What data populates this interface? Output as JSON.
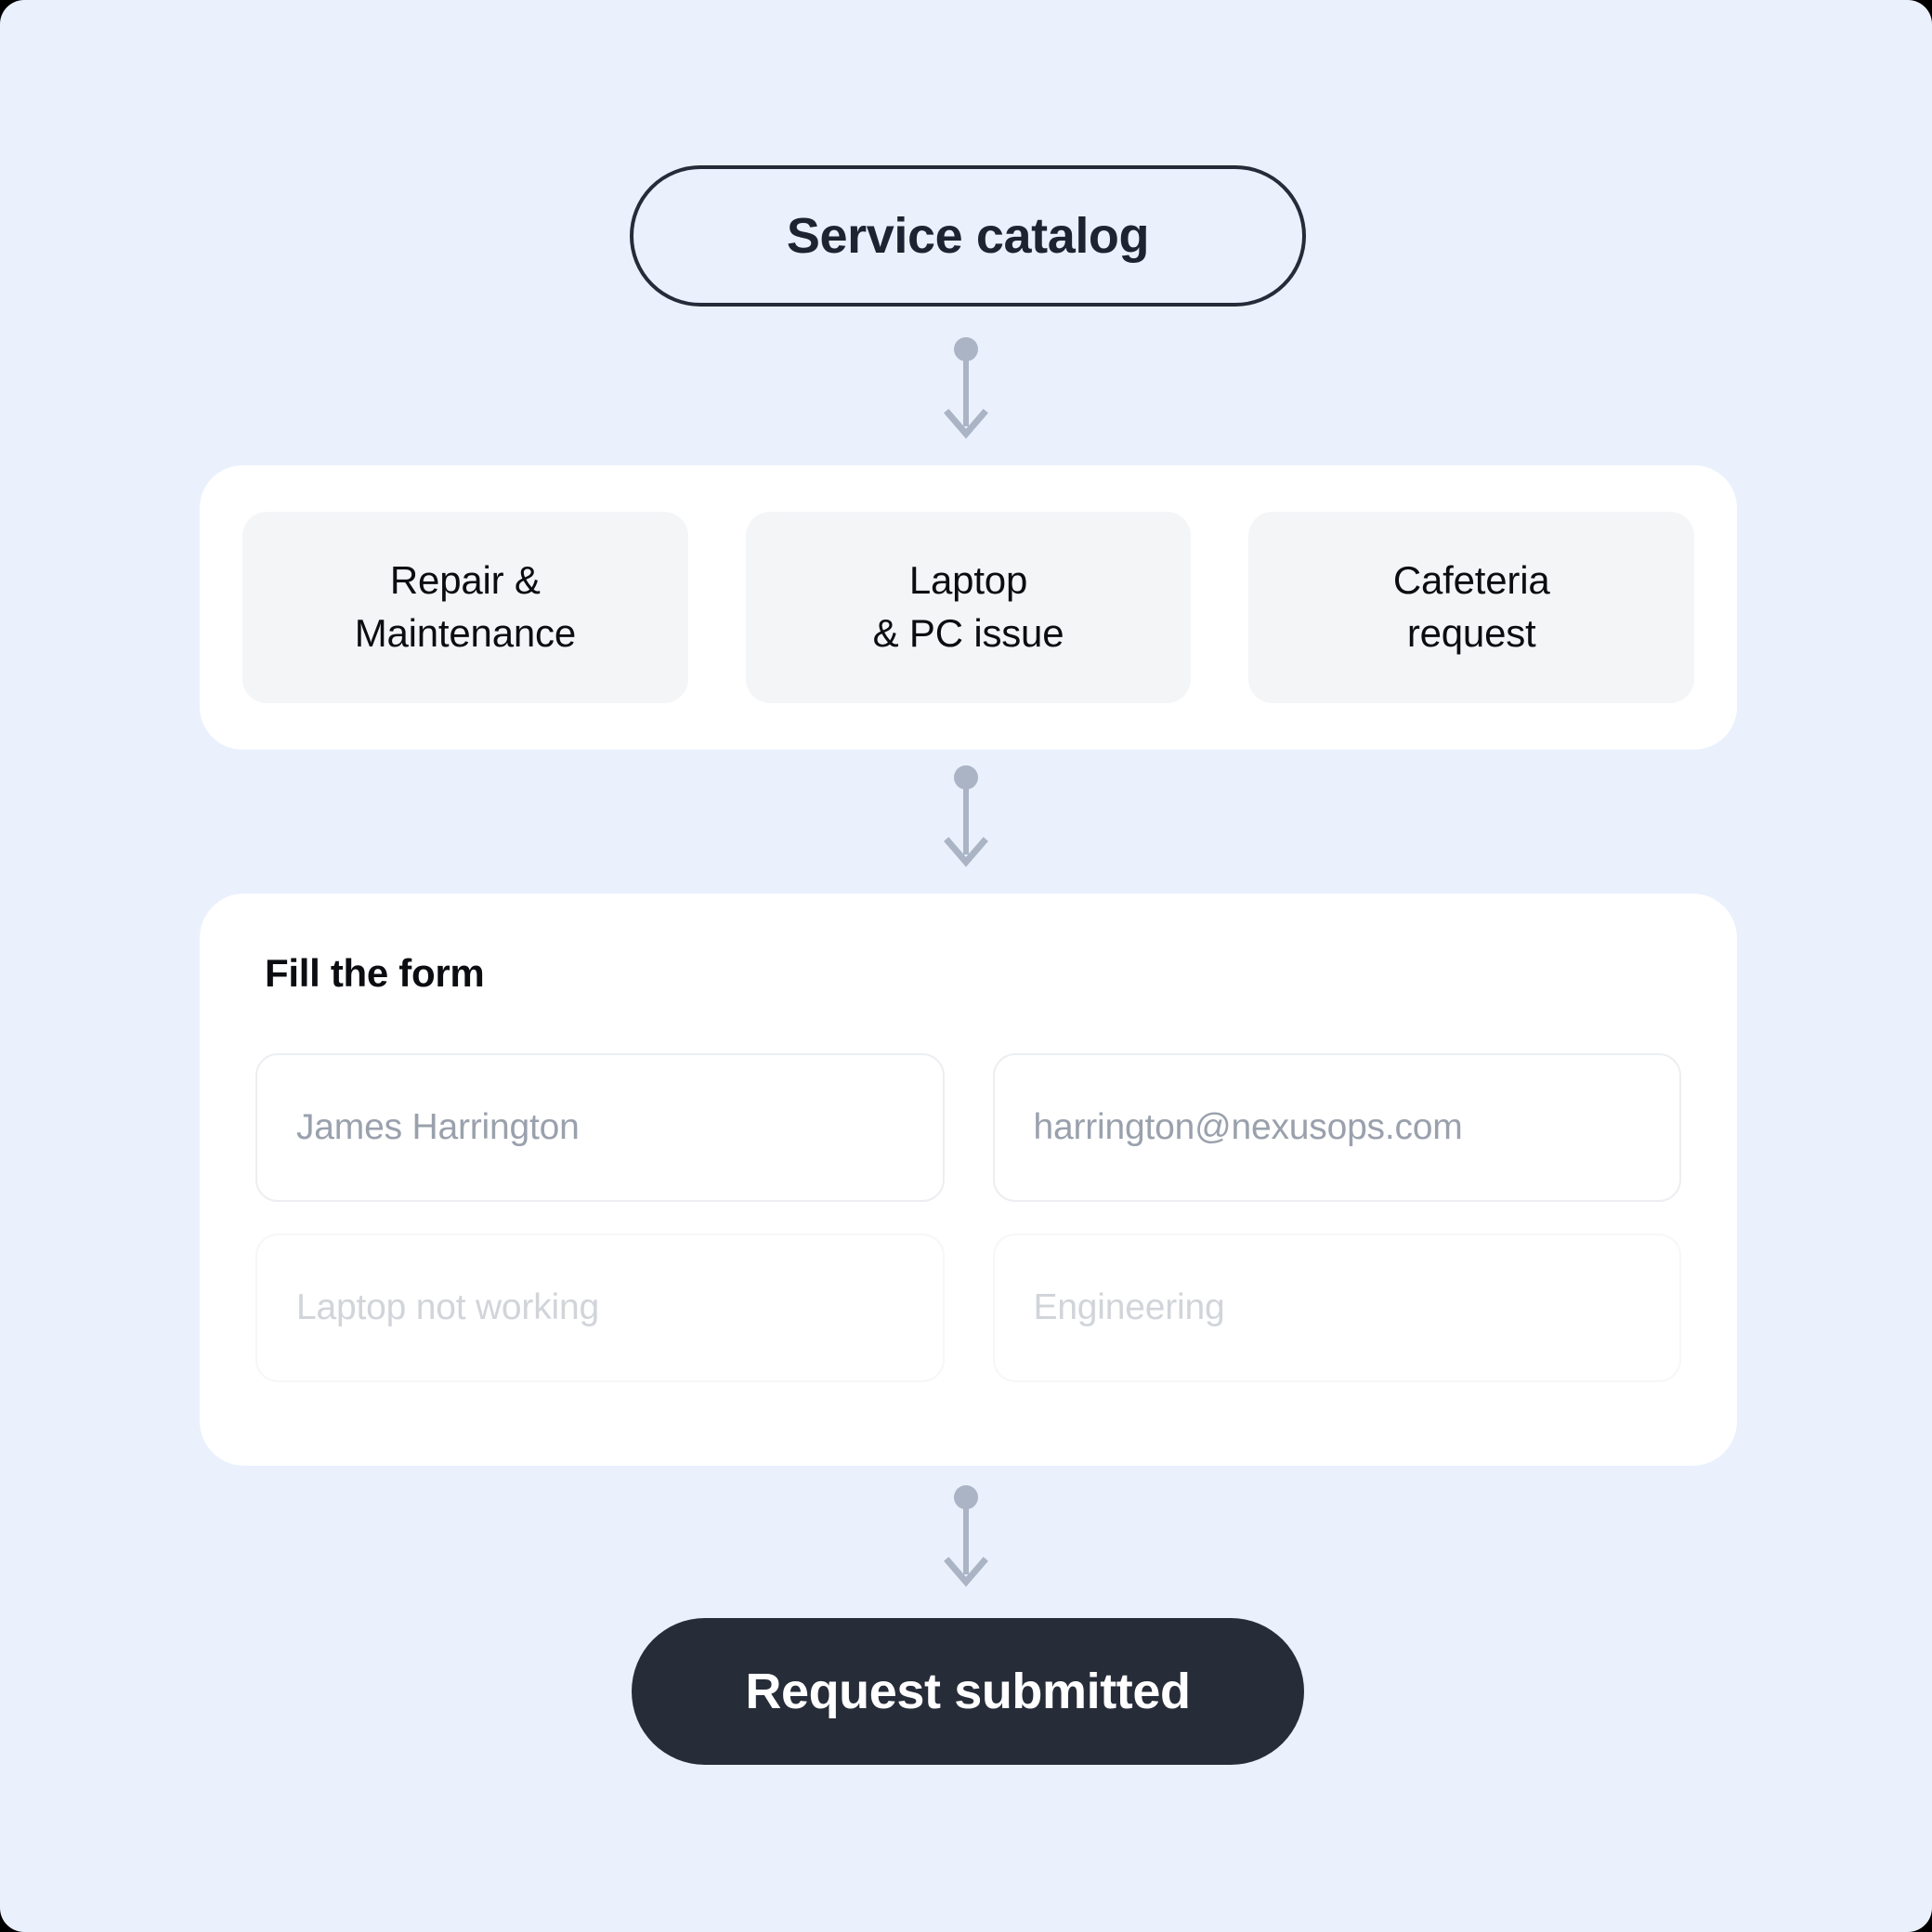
{
  "theme": {
    "page_background": "#eaf1fd",
    "panel_background": "#ffffff",
    "card_background": "#f4f5f7",
    "connector_color": "#aab4c4",
    "accent_dark": "#262c38",
    "text_primary": "#0b0d11",
    "placeholder_text": "#9aa1ad",
    "field_border": "#eceef1"
  },
  "flow": {
    "start": {
      "label": "Service catalog"
    },
    "categories": {
      "items": [
        {
          "label": "Repair &\nMaintenance"
        },
        {
          "label": "Laptop\n& PC issue"
        },
        {
          "label": "Cafeteria\nrequest"
        }
      ]
    },
    "form": {
      "title": "Fill the form",
      "fields": [
        {
          "name": "requester-name",
          "value": "James Harrington",
          "faded": false
        },
        {
          "name": "requester-email",
          "value": "harrington@nexusops.com",
          "faded": false
        },
        {
          "name": "issue-summary",
          "value": "Laptop not working",
          "faded": true
        },
        {
          "name": "department",
          "value": "Engineering",
          "faded": true
        }
      ]
    },
    "result": {
      "label": "Request submitted"
    },
    "connectors": [
      {
        "name": "connector-catalog-to-categories",
        "icon": "arrow-down-icon"
      },
      {
        "name": "connector-categories-to-form",
        "icon": "arrow-down-icon"
      },
      {
        "name": "connector-form-to-result",
        "icon": "arrow-down-icon"
      }
    ]
  }
}
